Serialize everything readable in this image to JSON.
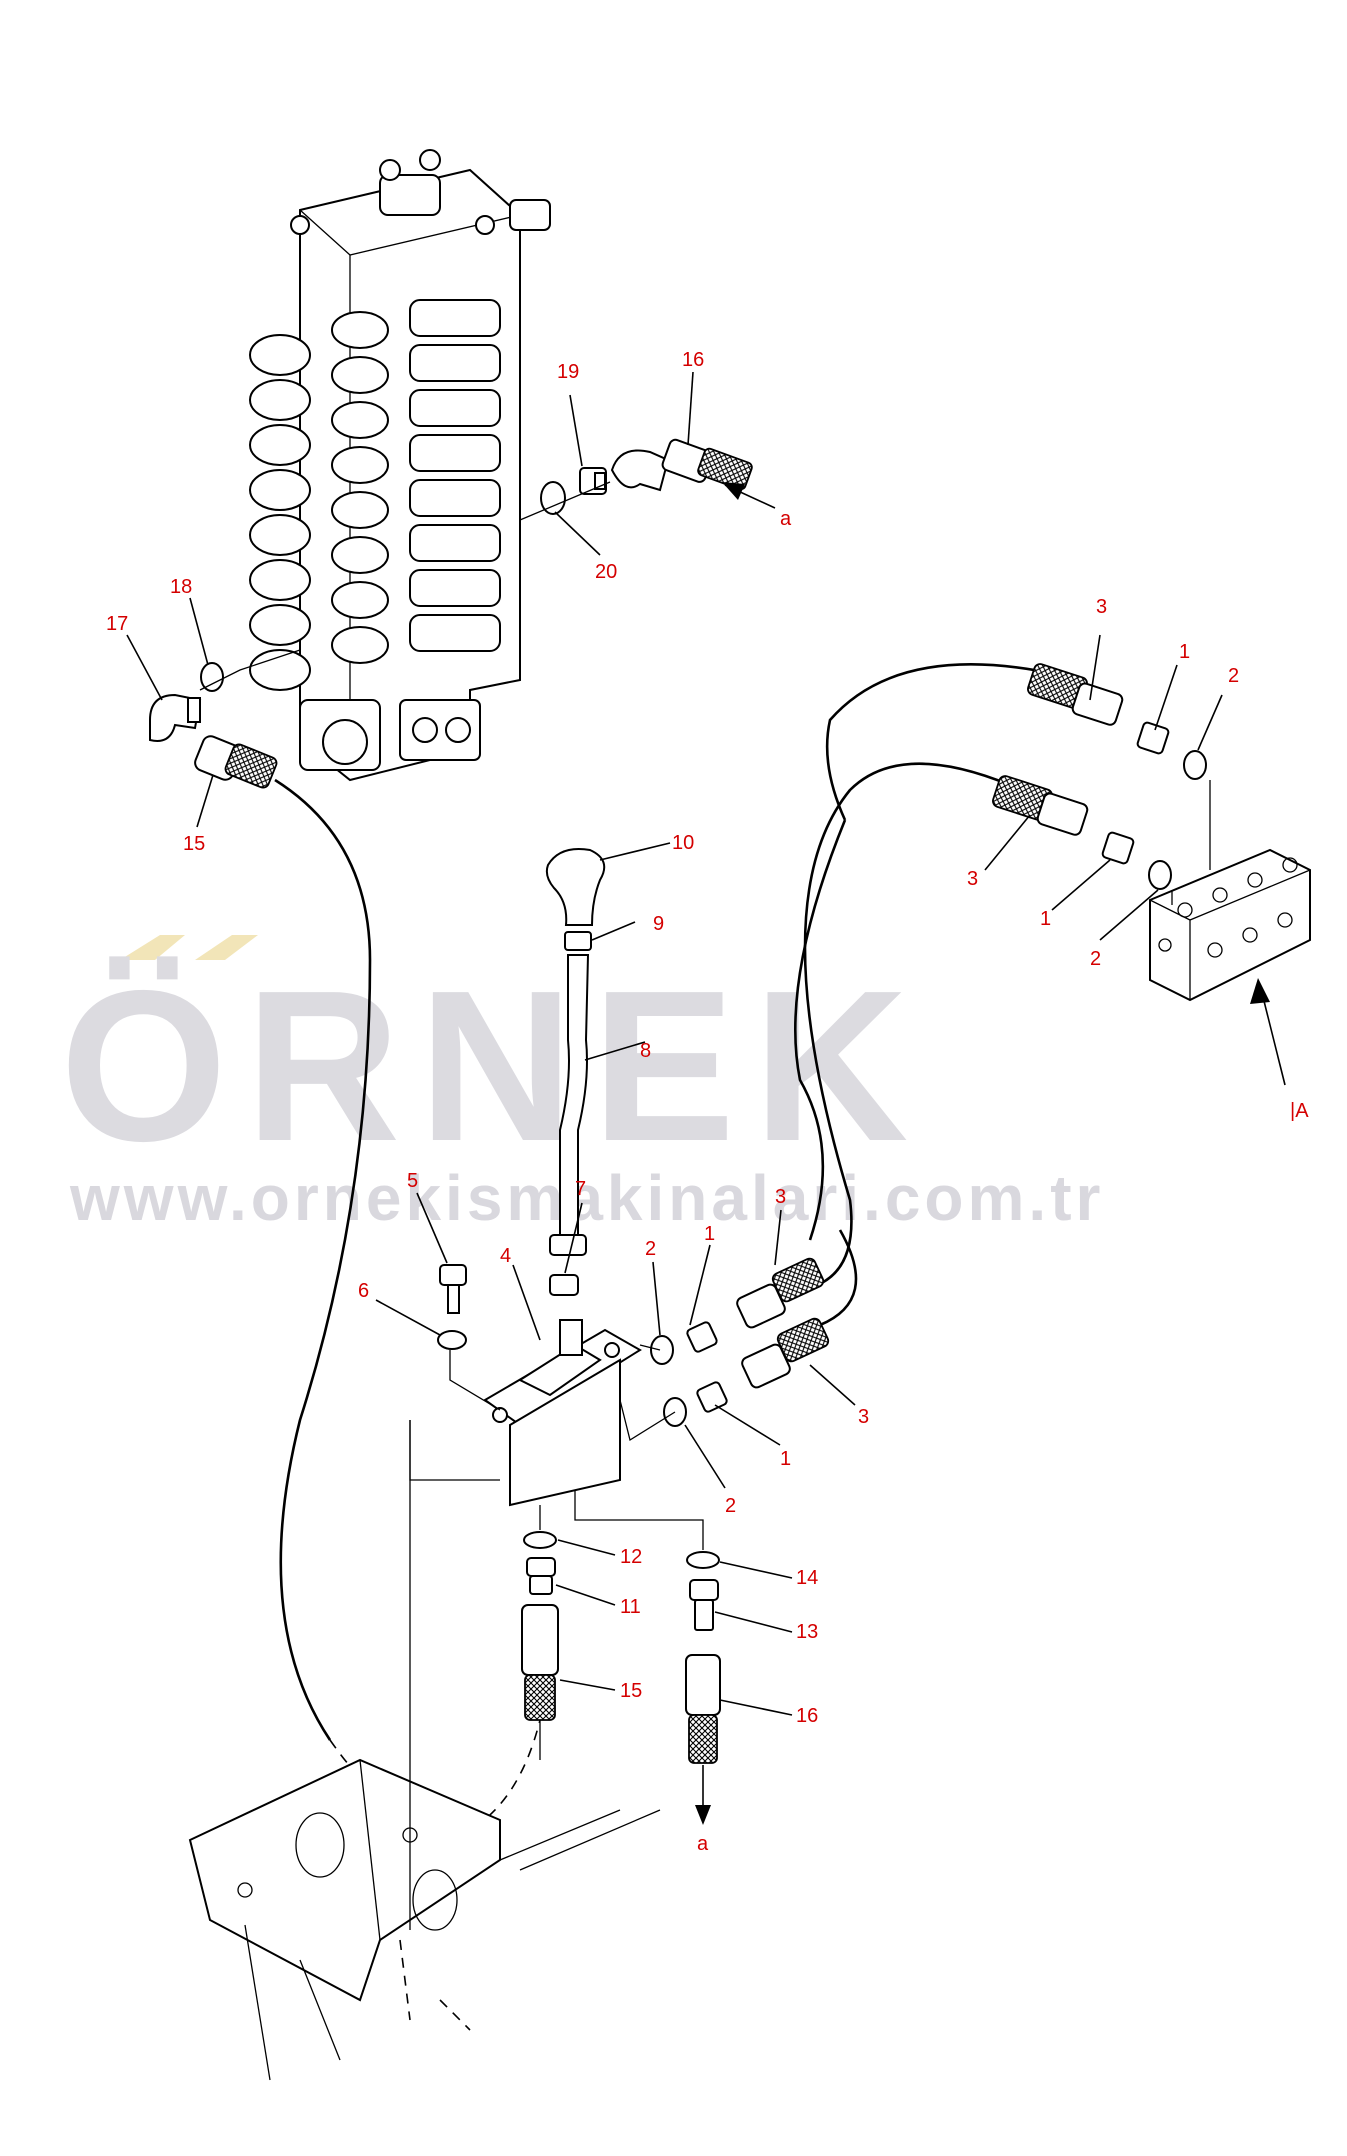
{
  "watermark": {
    "brand": "ÖRNEK",
    "url": "www.ornekismakinalari.com.tr",
    "accent_color": "#f2e5b8"
  },
  "callouts": {
    "c19": "19",
    "c16a": "16",
    "c20": "20",
    "c_a1": "a",
    "c18": "18",
    "c17": "17",
    "c15a": "15",
    "c10": "10",
    "c9": "9",
    "c8": "8",
    "c3a": "3",
    "c1a": "1",
    "c2a": "2",
    "c3b": "3",
    "c1b": "1",
    "c2b": "2",
    "c_A": "|A",
    "c5": "5",
    "c7": "7",
    "c6": "6",
    "c4": "4",
    "c2c": "2",
    "c1c": "1",
    "c3c": "3",
    "c3d": "3",
    "c1d": "1",
    "c2d": "2",
    "c12": "12",
    "c11": "11",
    "c15b": "15",
    "c14": "14",
    "c13": "13",
    "c16b": "16",
    "c_a2": "a"
  }
}
